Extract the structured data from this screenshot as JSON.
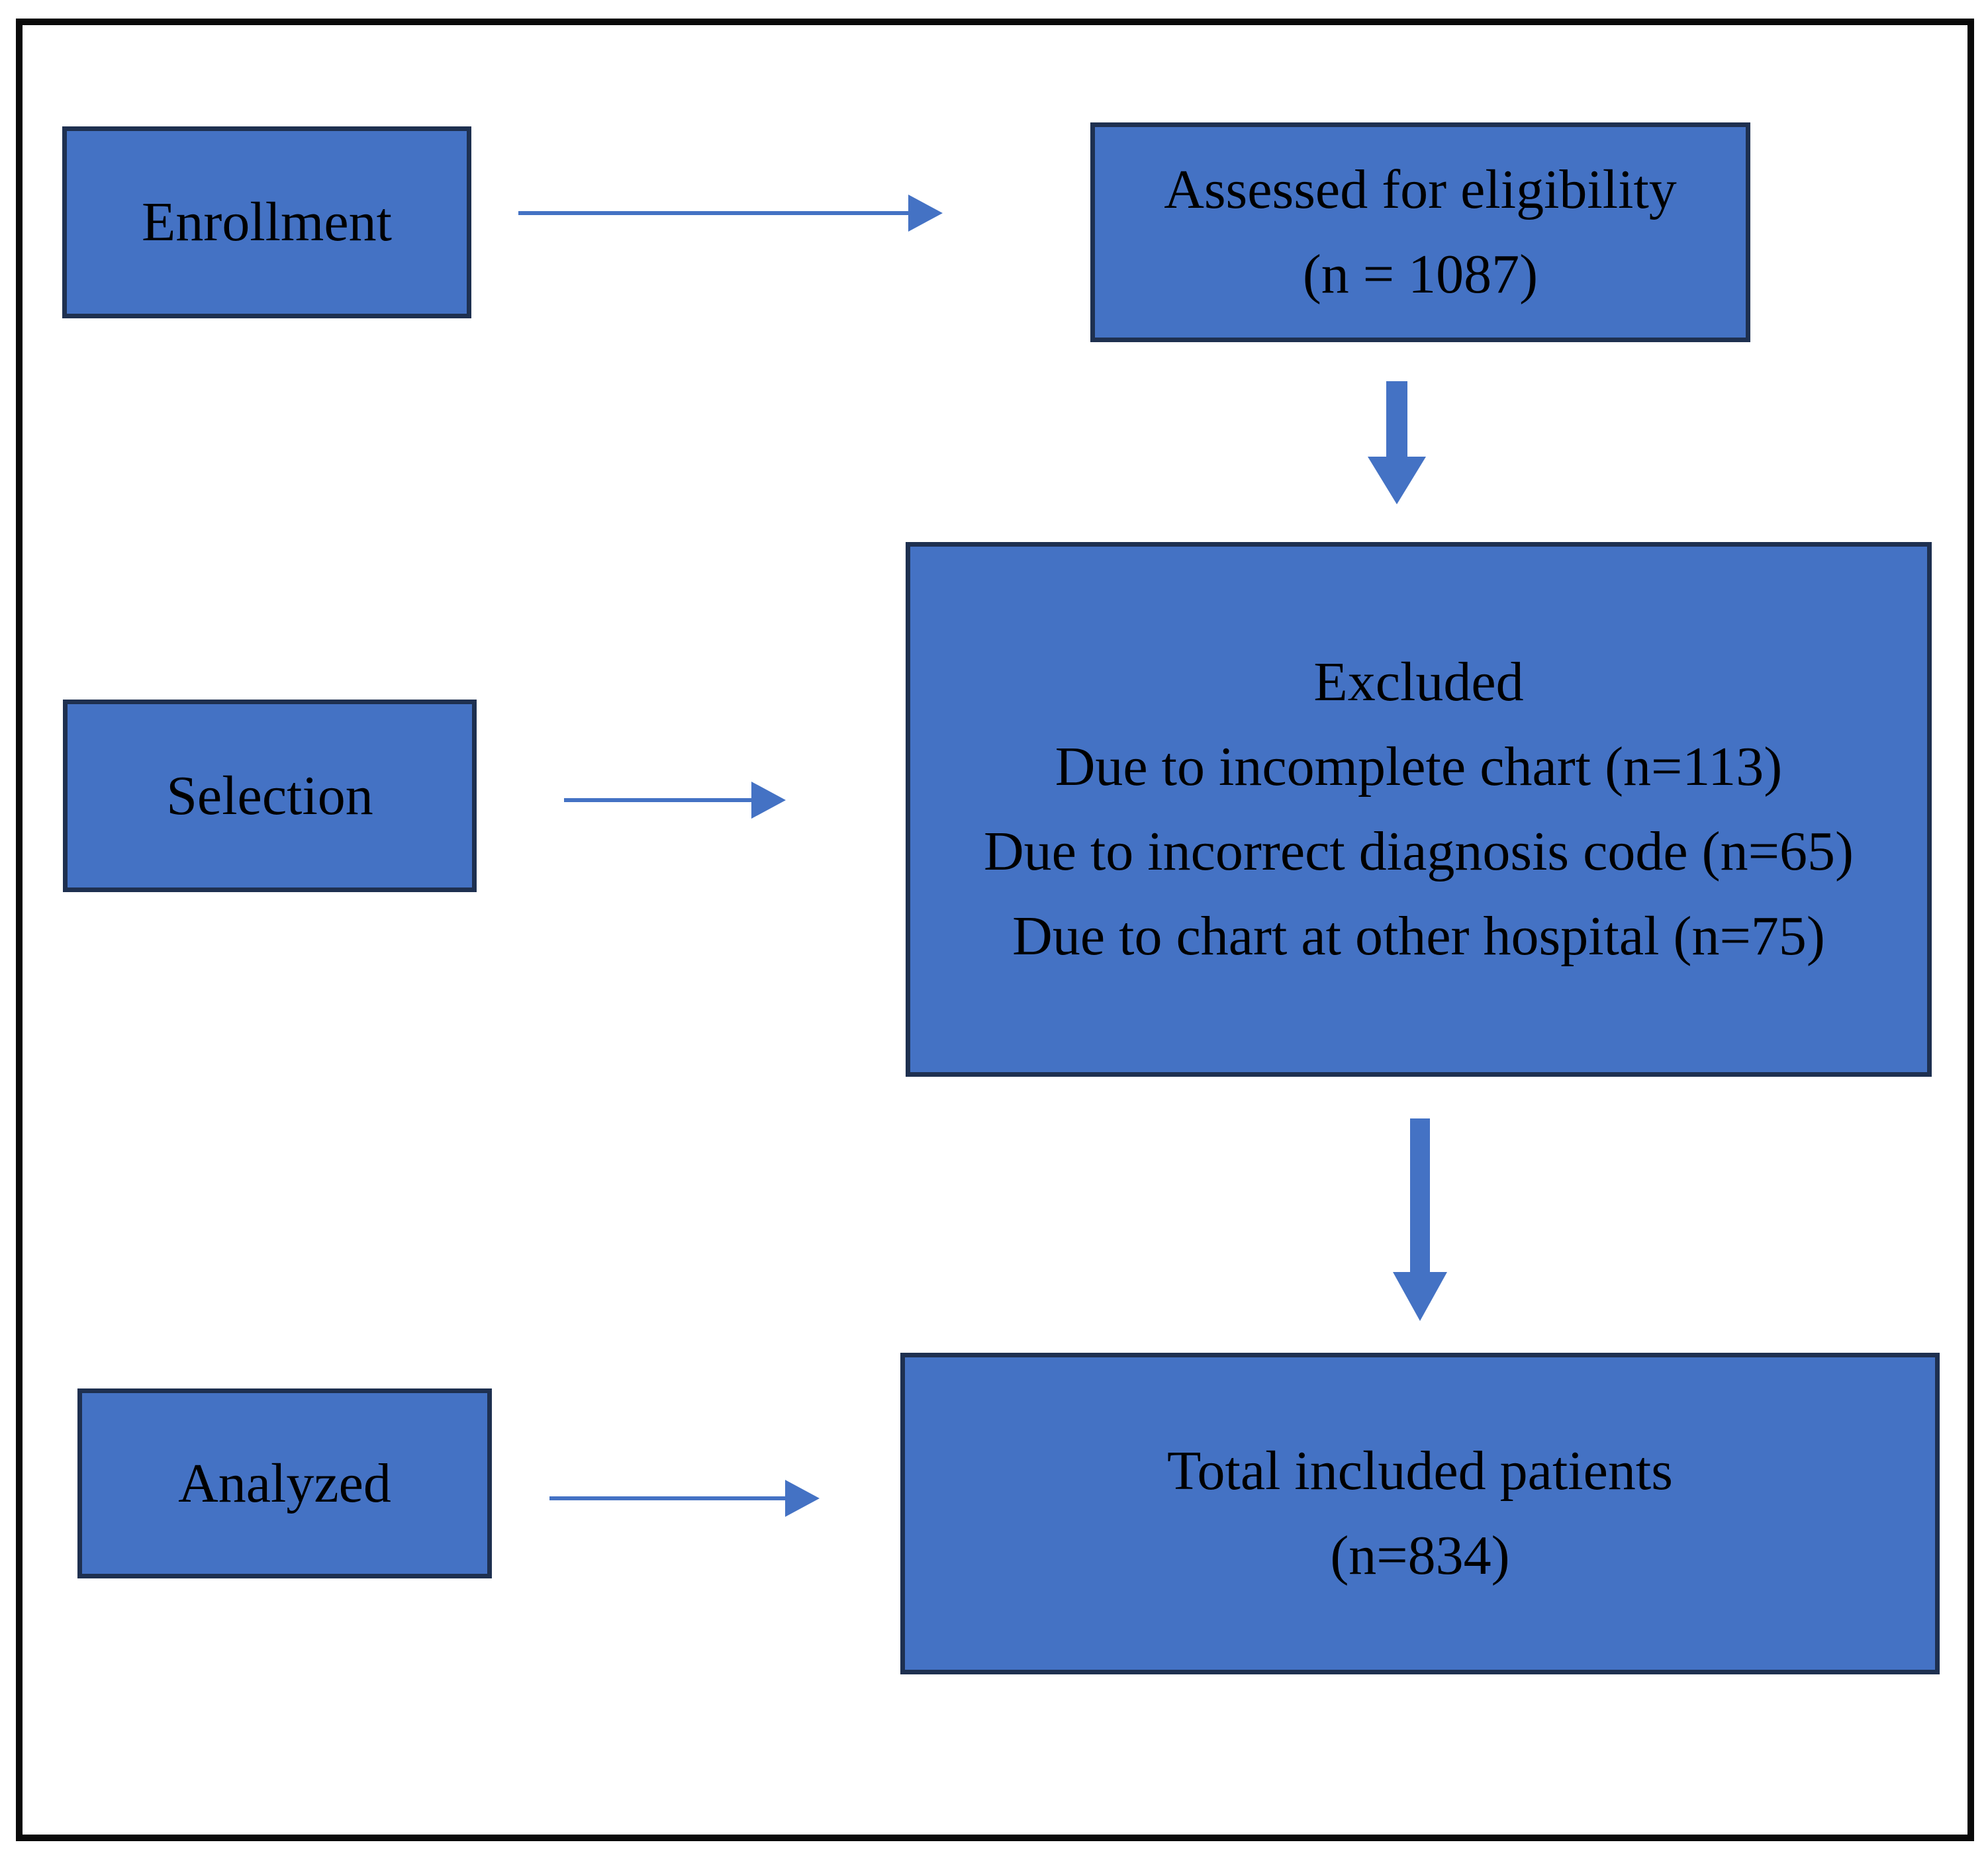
{
  "diagram": {
    "type": "patient-flow-flowchart",
    "stages": [
      {
        "label": "Enrollment",
        "result_lines": [
          "Assessed for eligibility",
          "(n = 1087)"
        ]
      },
      {
        "label": "Selection",
        "result_lines": [
          "Excluded",
          "Due to incomplete chart (n=113)",
          "Due to incorrect diagnosis code (n=65)",
          "Due to chart at other hospital (n=75)"
        ]
      },
      {
        "label": "Analyzed",
        "result_lines": [
          "Total included patients",
          "(n=834)"
        ]
      }
    ],
    "colors": {
      "box_fill": "#4472C4",
      "box_border": "#1E3050",
      "arrow": "#4472C4",
      "frame_border": "#0A0A0A",
      "text": "#000000",
      "background": "#FFFFFF"
    }
  }
}
